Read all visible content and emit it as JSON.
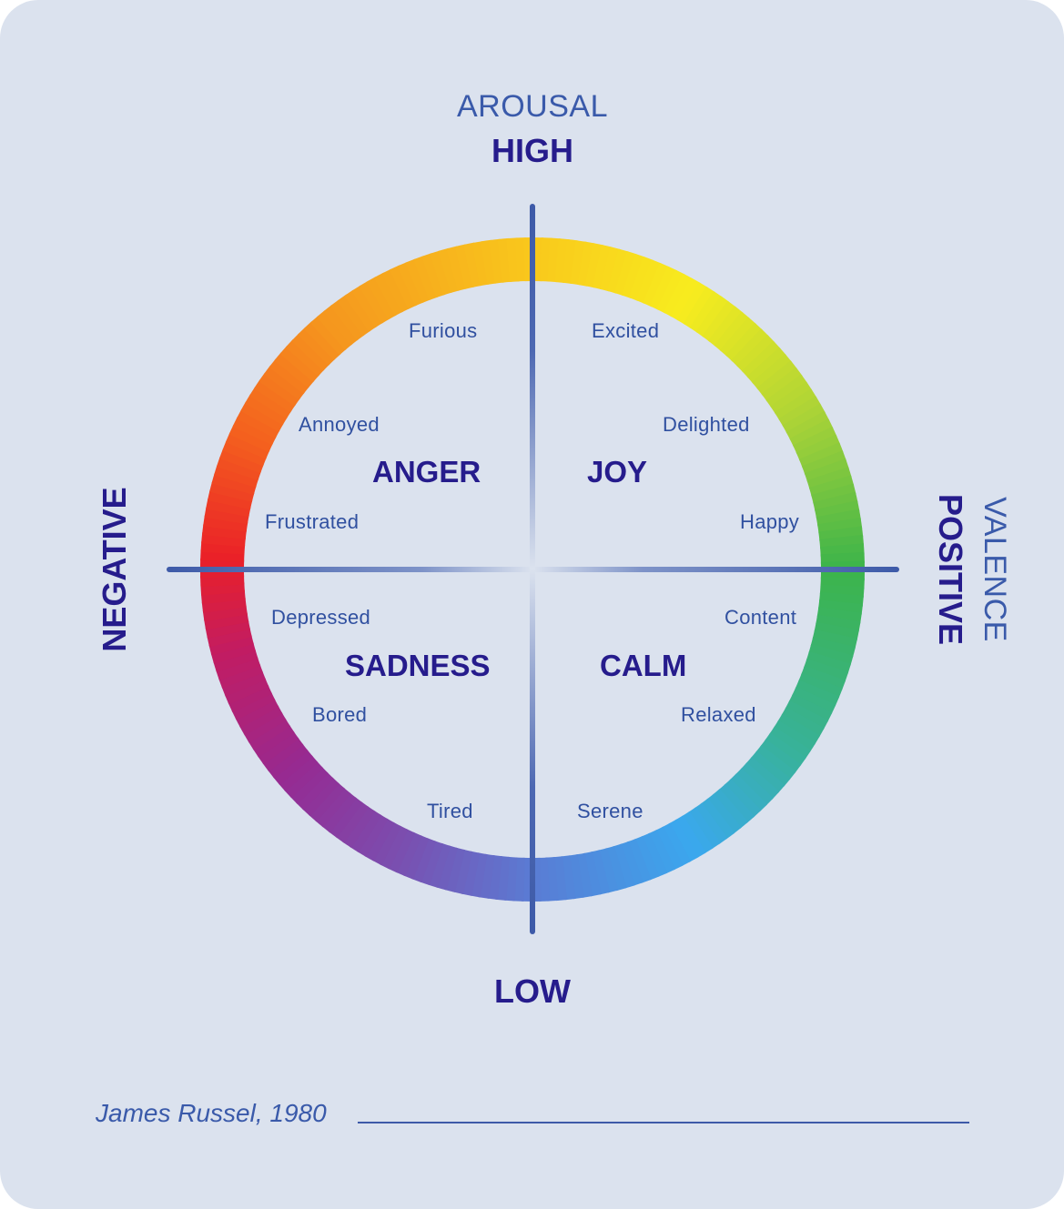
{
  "title": "Circumplex Model of Affect",
  "axes": {
    "vertical": {
      "title": "AROUSAL",
      "high": "HIGH",
      "low": "LOW"
    },
    "horizontal": {
      "title": "VALENCE",
      "negative": "NEGATIVE",
      "positive": "POSITIVE"
    }
  },
  "quadrants": [
    {
      "name": "ANGER",
      "emotions": [
        "Furious",
        "Annoyed",
        "Frustrated"
      ]
    },
    {
      "name": "JOY",
      "emotions": [
        "Excited",
        "Delighted",
        "Happy"
      ]
    },
    {
      "name": "SADNESS",
      "emotions": [
        "Depressed",
        "Bored",
        "Tired"
      ]
    },
    {
      "name": "CALM",
      "emotions": [
        "Content",
        "Relaxed",
        "Serene"
      ]
    }
  ],
  "credit": "James Russel, 1980",
  "colors": {
    "background": "#dbe2ee",
    "axis": "#3d5aa8",
    "pole_text": "#261c8c",
    "label_text": "#3050a0",
    "ring_stops": [
      {
        "deg": 0,
        "color": "#f9c81c"
      },
      {
        "deg": 30,
        "color": "#f8ec1e"
      },
      {
        "deg": 60,
        "color": "#aed436"
      },
      {
        "deg": 90,
        "color": "#3cb44a"
      },
      {
        "deg": 125,
        "color": "#38b29a"
      },
      {
        "deg": 150,
        "color": "#3aa8ee"
      },
      {
        "deg": 180,
        "color": "#5a7cd4"
      },
      {
        "deg": 205,
        "color": "#7a4fb0"
      },
      {
        "deg": 230,
        "color": "#962a92"
      },
      {
        "deg": 255,
        "color": "#c21c62"
      },
      {
        "deg": 272,
        "color": "#ea2028"
      },
      {
        "deg": 295,
        "color": "#f4601e"
      },
      {
        "deg": 320,
        "color": "#f5961e"
      },
      {
        "deg": 360,
        "color": "#f9c81c"
      }
    ]
  }
}
